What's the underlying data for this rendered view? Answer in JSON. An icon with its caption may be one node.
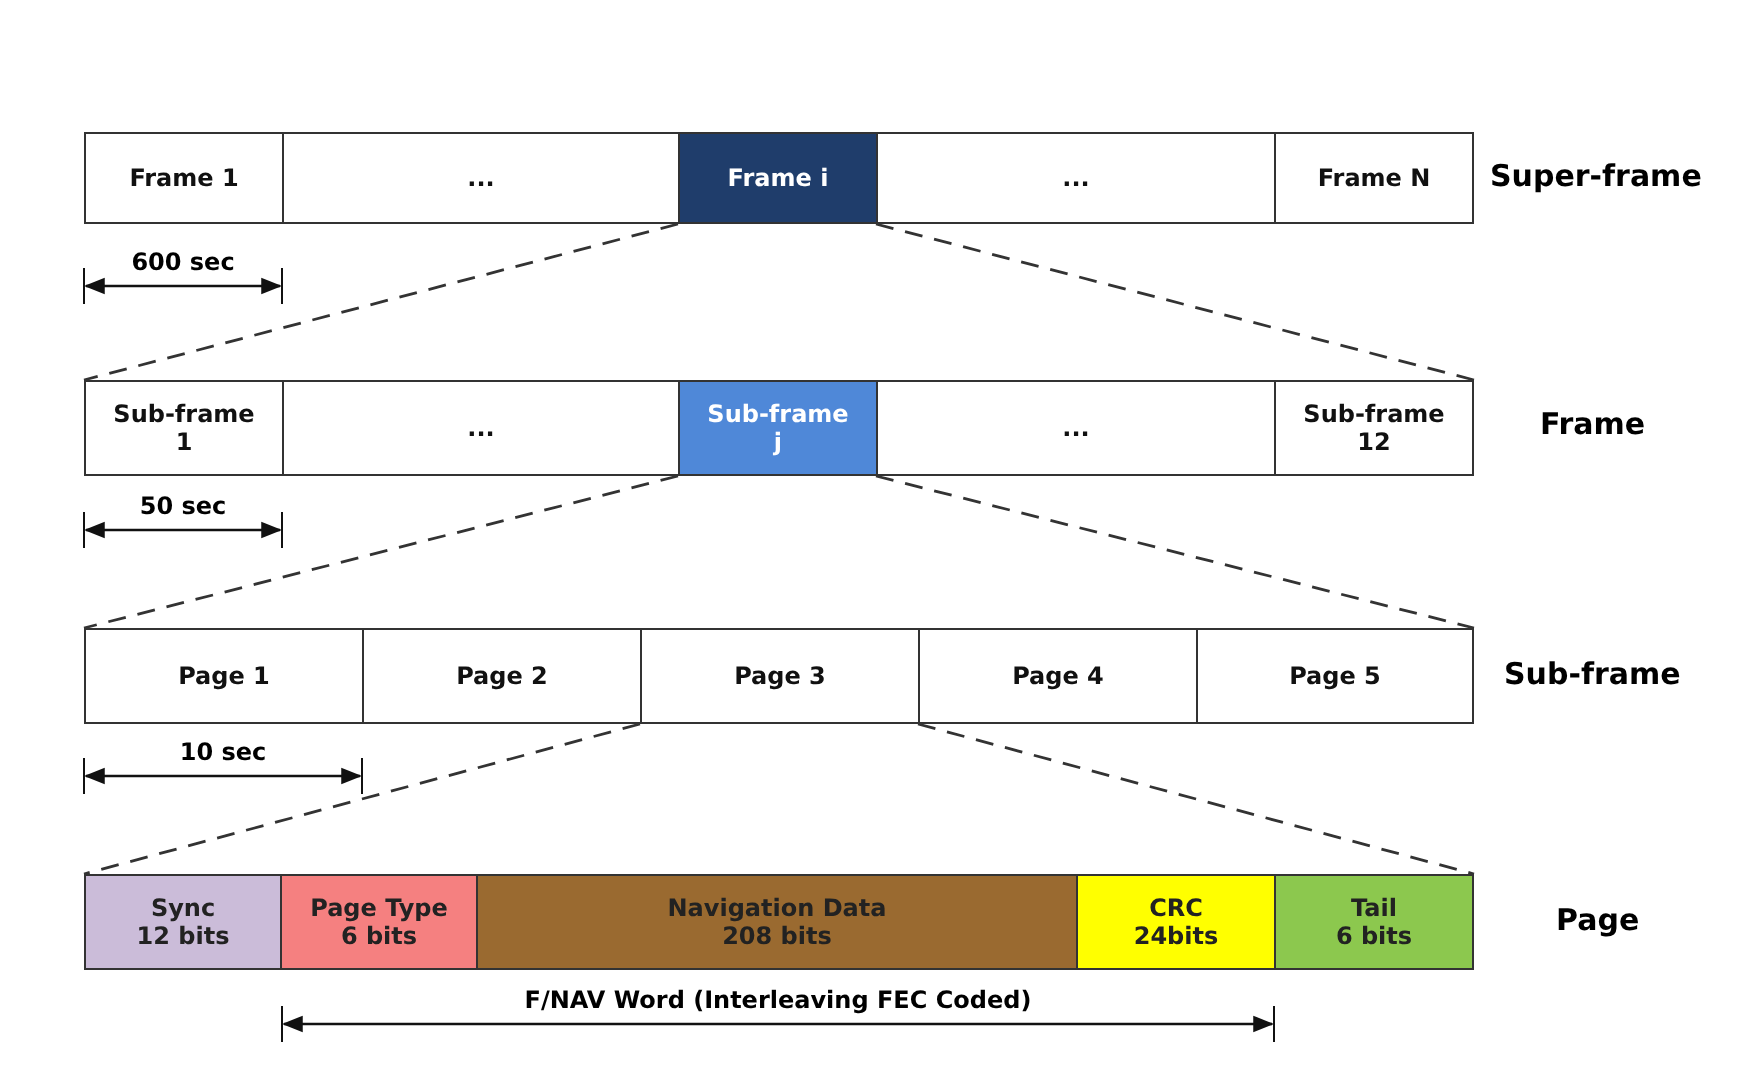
{
  "diagram": {
    "nodes": [
      {
        "text": [
          "Frame 1"
        ]
      },
      {
        "text": [
          "..."
        ]
      },
      {
        "text": [
          "Frame i"
        ]
      },
      {
        "text": [
          "..."
        ]
      },
      {
        "text": [
          "Frame N"
        ]
      },
      {
        "text": [
          "Sub-frame 1"
        ]
      },
      {
        "text": [
          "..."
        ]
      },
      {
        "text": [
          "Sub-frame j"
        ]
      },
      {
        "text": [
          "..."
        ]
      },
      {
        "text": [
          "Sub-frame 12"
        ]
      },
      {
        "text": [
          "Page 1"
        ]
      },
      {
        "text": [
          "Page 2"
        ]
      },
      {
        "text": [
          "Page 3"
        ]
      },
      {
        "text": [
          "Page 4"
        ]
      },
      {
        "text": [
          "Page 5"
        ]
      },
      {
        "text": [
          "Sync 12 bits"
        ]
      },
      {
        "text": [
          "Page Type 6 bits"
        ]
      },
      {
        "text": [
          "Navigation Data 208 bits"
        ]
      },
      {
        "text": [
          "CRC 24bits"
        ]
      },
      {
        "text": [
          "Tail 6 bits"
        ]
      }
    ],
    "edges": [
      {
        "from": 2,
        "to": 5,
        "arrow": "none",
        "style": "dashed"
      },
      {
        "from": 2,
        "to": 9,
        "arrow": "none",
        "style": "dashed"
      },
      {
        "from": 7,
        "to": 10,
        "arrow": "none",
        "style": "dashed"
      },
      {
        "from": 7,
        "to": 14,
        "arrow": "none",
        "style": "dashed"
      },
      {
        "from": 12,
        "to": 15,
        "arrow": "none",
        "style": "dashed"
      },
      {
        "from": 12,
        "to": 19,
        "arrow": "none",
        "style": "dashed"
      }
    ],
    "labels": [
      "Super-frame",
      "600 sec",
      "Frame",
      "50 sec",
      "Sub-frame",
      "10 sec",
      "Page",
      "F/NAV Word (Interleaving FEC Coded)"
    ]
  }
}
